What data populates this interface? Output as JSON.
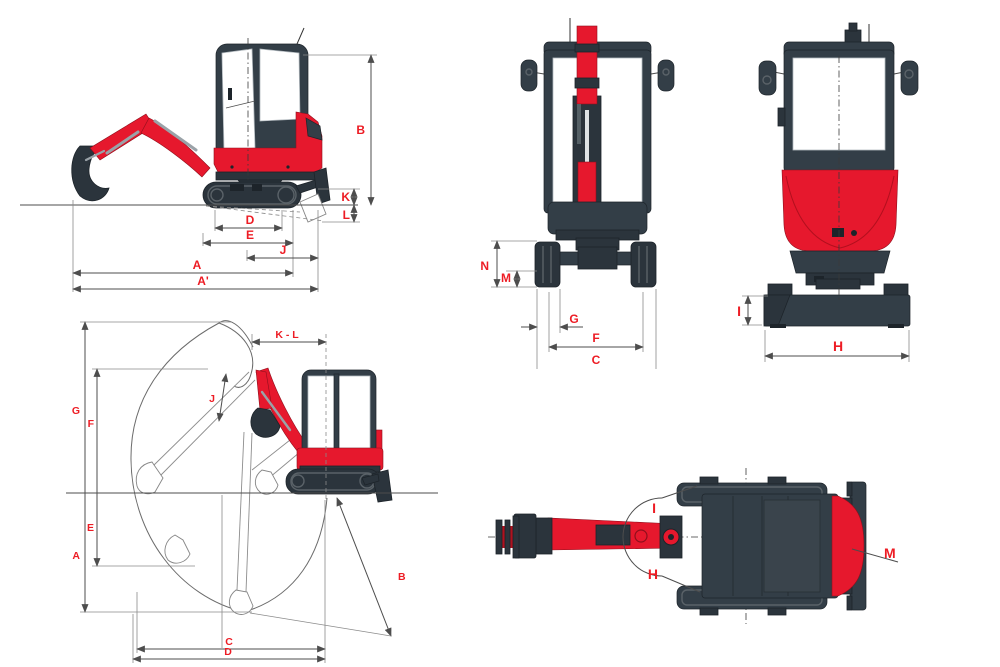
{
  "colors": {
    "machine_red": "#e6182d",
    "machine_dark": "#333e47",
    "track_dark": "#2b343c",
    "label_red": "#ed1c24",
    "dim_line": "#4d4d4d"
  },
  "side_view": {
    "labels": {
      "b": "B",
      "k": "K",
      "l": "L",
      "d": "D",
      "e": "E",
      "j": "J",
      "a": "A",
      "a_prime": "A'"
    }
  },
  "front_view": {
    "labels": {
      "n": "N",
      "m": "M",
      "g": "G",
      "f": "F",
      "c": "C"
    }
  },
  "rear_view": {
    "labels": {
      "i": "I",
      "h": "H"
    }
  },
  "working_range_view": {
    "labels": {
      "k_l": "K - L",
      "j": "J",
      "g": "G",
      "f": "F",
      "e": "E",
      "a": "A",
      "b": "B",
      "c": "C",
      "d": "D"
    }
  },
  "top_view": {
    "labels": {
      "i": "I",
      "h": "H",
      "m": "M"
    }
  }
}
